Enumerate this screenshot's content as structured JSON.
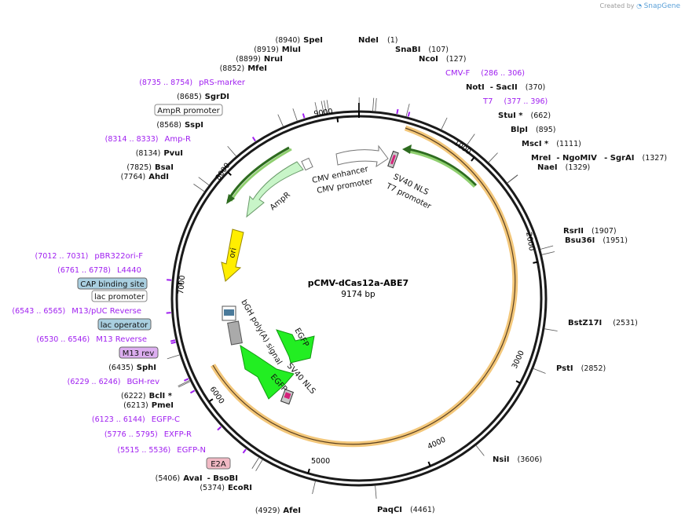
{
  "credit": {
    "prefix": "Created by",
    "brand": "SnapGene"
  },
  "plasmid": {
    "name": "pCMV-dCas12a-ABE7",
    "size_label": "9174 bp",
    "length": 9174
  },
  "ticks": [
    {
      "pos": 1000,
      "label": "1000"
    },
    {
      "pos": 2000,
      "label": "2000"
    },
    {
      "pos": 3000,
      "label": "3000"
    },
    {
      "pos": 4000,
      "label": "4000"
    },
    {
      "pos": 5000,
      "label": "5000"
    },
    {
      "pos": 6000,
      "label": "6000"
    },
    {
      "pos": 7000,
      "label": "7000"
    },
    {
      "pos": 8000,
      "label": "8000"
    },
    {
      "pos": 9000,
      "label": "9000"
    }
  ],
  "enzymes": [
    {
      "name": "SpeI",
      "pos": "(8940)",
      "num": 8940
    },
    {
      "name": "MluI",
      "pos": "(8919)",
      "num": 8919
    },
    {
      "name": "NruI",
      "pos": "(8899)",
      "num": 8899
    },
    {
      "name": "MfeI",
      "pos": "(8852)",
      "num": 8852
    },
    {
      "name": "SgrDI",
      "pos": "(8685)",
      "num": 8685
    },
    {
      "name": "SspI",
      "pos": "(8568)",
      "num": 8568
    },
    {
      "name": "PvuI",
      "pos": "(8134)",
      "num": 8134
    },
    {
      "name": "BsaI",
      "pos": "(7825)",
      "num": 7825
    },
    {
      "name": "AhdI",
      "pos": "(7764)",
      "num": 7764
    },
    {
      "name": "NdeI",
      "pos": "(1)",
      "num": 1
    },
    {
      "name": "SnaBI",
      "pos": "(107)",
      "num": 107
    },
    {
      "name": "NcoI",
      "pos": "(127)",
      "num": 127
    },
    {
      "name": "NotI",
      "name2": "- SacII",
      "pos": "(370)",
      "num": 370
    },
    {
      "name": "StuI *",
      "pos": "(662)",
      "num": 662
    },
    {
      "name": "BlpI",
      "pos": "(895)",
      "num": 895
    },
    {
      "name": "MscI *",
      "pos": "(1111)",
      "num": 1111
    },
    {
      "name": "MreI",
      "name2": "- NgoMIV",
      "name3": "- SgrAI",
      "pos": "(1327)",
      "num": 1327
    },
    {
      "name": "NaeI",
      "pos": "(1329)",
      "num": 1329
    },
    {
      "name": "RsrII",
      "pos": "(1907)",
      "num": 1907
    },
    {
      "name": "Bsu36I",
      "pos": "(1951)",
      "num": 1951
    },
    {
      "name": "BstZ17I",
      "pos": "(2531)",
      "num": 2531
    },
    {
      "name": "PstI",
      "pos": "(2852)",
      "num": 2852
    },
    {
      "name": "NsiI",
      "pos": "(3606)",
      "num": 3606
    },
    {
      "name": "PaqCI",
      "pos": "(4461)",
      "num": 4461
    },
    {
      "name": "AfeI",
      "pos": "(4929)",
      "num": 4929
    },
    {
      "name": "EcoRI",
      "pos": "(5374)",
      "num": 5374
    },
    {
      "name": "AvaI",
      "name2": "- BsoBI",
      "pos": "(5406)",
      "num": 5406
    },
    {
      "name": "PmeI",
      "pos": "(6213)",
      "num": 6213
    },
    {
      "name": "BclI *",
      "pos": "(6222)",
      "num": 6222
    },
    {
      "name": "SphI",
      "pos": "(6435)",
      "num": 6435
    }
  ],
  "primers": [
    {
      "name": "pRS-marker",
      "range": "(8735 .. 8754)",
      "num": 8745
    },
    {
      "name": "Amp-R",
      "range": "(8314 .. 8333)",
      "num": 8324
    },
    {
      "name": "CMV-F",
      "range": "(286 .. 306)",
      "num": 296
    },
    {
      "name": "T7",
      "range": "(377 .. 396)",
      "num": 386
    },
    {
      "name": "pBR322ori-F",
      "range": "(7012 .. 7031)",
      "num": 7022
    },
    {
      "name": "L4440",
      "range": "(6761 .. 6778)",
      "num": 6770
    },
    {
      "name": "M13/pUC Reverse",
      "range": "(6543 .. 6565)",
      "num": 6554
    },
    {
      "name": "M13 Reverse",
      "range": "(6530 .. 6546)",
      "num": 6538
    },
    {
      "name": "BGH-rev",
      "range": "(6229 .. 6246)",
      "num": 6238
    },
    {
      "name": "EGFP-C",
      "range": "(6123 .. 6144)",
      "num": 6134
    },
    {
      "name": "EXFP-R",
      "range": "(5776 .. 5795)",
      "num": 5786
    },
    {
      "name": "EGFP-N",
      "range": "(5515 .. 5536)",
      "num": 5526
    }
  ],
  "boxed_features": [
    {
      "name": "AmpR promoter",
      "style": "white"
    },
    {
      "name": "CAP binding site",
      "style": "teal"
    },
    {
      "name": "lac promoter",
      "style": "white"
    },
    {
      "name": "lac operator",
      "style": "teal"
    },
    {
      "name": "M13 rev",
      "style": "violet"
    },
    {
      "name": "E2A",
      "style": "pink"
    }
  ],
  "inner_features": [
    {
      "name": "CMV enhancer"
    },
    {
      "name": "CMV promoter"
    },
    {
      "name": "SV40 NLS"
    },
    {
      "name": "T7 promoter"
    },
    {
      "name": "AmpR"
    },
    {
      "name": "ori"
    },
    {
      "name": "bGH poly(A) signal"
    },
    {
      "name": "EGFP"
    },
    {
      "name": "SV40 NLS"
    },
    {
      "name": "EGFP"
    }
  ],
  "colors": {
    "backbone": "#1a1a1a",
    "orf": "#f0b45a",
    "primer": "#a020f0",
    "ampr": "#c8f5c8",
    "ori": "#ffee00",
    "egfp": "#22ee22",
    "grey": "#999999"
  }
}
